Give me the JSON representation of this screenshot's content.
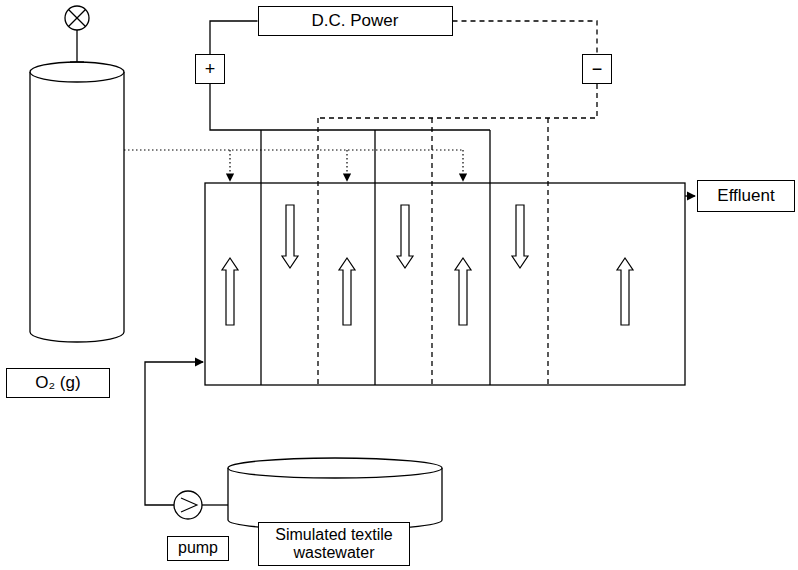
{
  "diagram": {
    "nodes": [
      {
        "text": [
          "D.C. Power"
        ]
      },
      {
        "text": [
          "+"
        ]
      },
      {
        "text": [
          "−"
        ]
      },
      {
        "text": [
          "Effluent"
        ]
      },
      {
        "text": [
          "O₂ (g)"
        ]
      },
      {
        "text": [
          "pump"
        ]
      },
      {
        "text": [
          "Simulated textile wastewater"
        ]
      }
    ],
    "edges": [
      {
        "from": 0,
        "to": 1,
        "arrow": "none"
      },
      {
        "from": 0,
        "to": 2,
        "arrow": "none"
      }
    ]
  }
}
